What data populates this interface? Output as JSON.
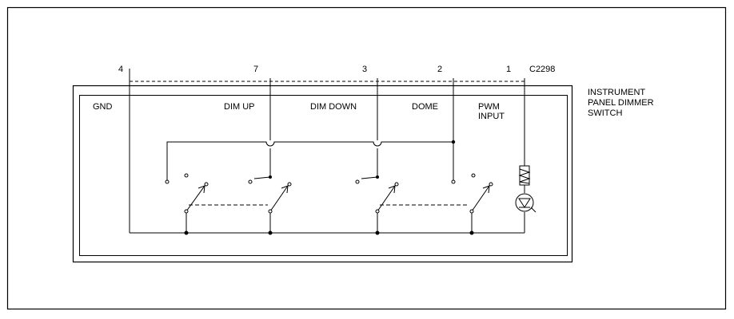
{
  "connector": {
    "id": "C2298",
    "pins": [
      "4",
      "7",
      "3",
      "2",
      "1"
    ]
  },
  "component": {
    "label_lines": [
      "INSTRUMENT",
      "PANEL DIMMER",
      "SWITCH"
    ]
  },
  "circuits": {
    "gnd": "GND",
    "dim_up": "DIM UP",
    "dim_down": "DIM DOWN",
    "dome": "DOME",
    "pwm_input_lines": [
      "PWM",
      "INPUT"
    ]
  },
  "colors": {
    "line": "#000000",
    "background": "#ffffff"
  }
}
